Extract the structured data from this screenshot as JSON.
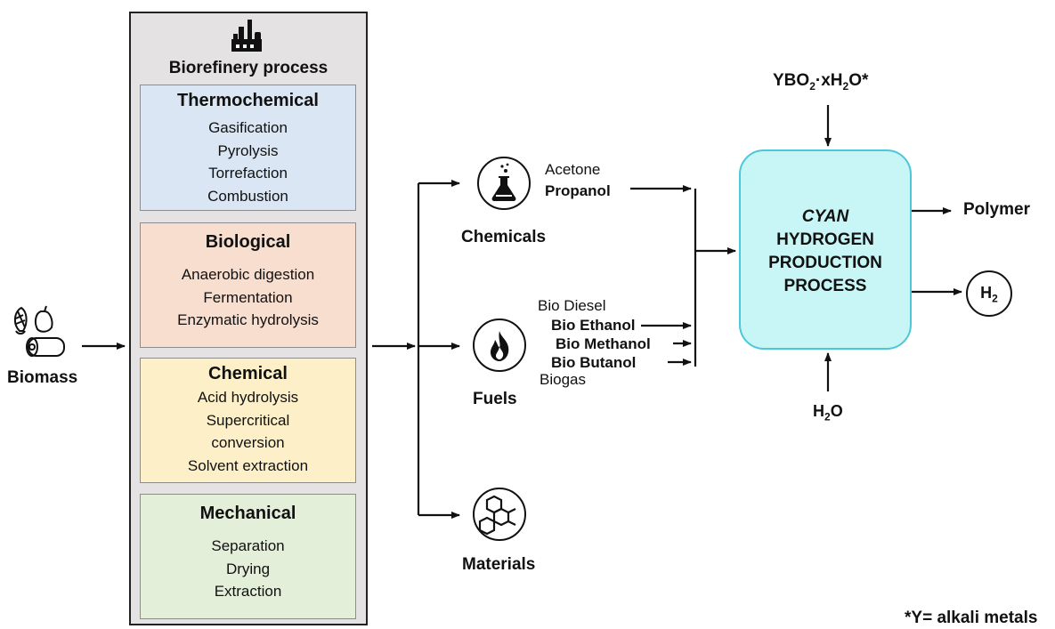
{
  "biorefinery": {
    "title": "Biorefinery process",
    "categories": [
      {
        "title": "Thermochemical",
        "items": [
          "Gasification",
          "Pyrolysis",
          "Torrefaction",
          "Combustion"
        ],
        "color": "#dbe6f4"
      },
      {
        "title": "Biological",
        "items": [
          "Anaerobic digestion",
          "Fermentation",
          "Enzymatic hydrolysis"
        ],
        "color": "#f8decf"
      },
      {
        "title": "Chemical",
        "items": [
          "Acid hydrolysis",
          "Supercritical",
          "conversion",
          "Solvent extraction"
        ],
        "color": "#fdf0c9"
      },
      {
        "title": "Mechanical",
        "items": [
          "Separation",
          "Drying",
          "Extraction"
        ],
        "color": "#e3efd9"
      }
    ]
  },
  "biomass": {
    "label": "Biomass"
  },
  "outputs": {
    "chemicals": {
      "label": "Chemicals",
      "products": [
        "Acetone",
        "Propanol"
      ]
    },
    "fuels": {
      "label": "Fuels",
      "products": [
        "Bio Diesel",
        "Bio Ethanol",
        "Bio Methanol",
        "Bio Butanol",
        "Biogas"
      ]
    },
    "materials": {
      "label": "Materials"
    }
  },
  "cyan_process": {
    "line1": "CYAN",
    "line2": "HYDROGEN",
    "line3": "PRODUCTION",
    "line4": "PROCESS",
    "color": "#c8f6f6",
    "border": "#4dc8d8"
  },
  "inputs": {
    "top_main": "YBO",
    "top_sub1": "2",
    "top_mid": "·xH",
    "top_sub2": "2",
    "top_end": "O*",
    "bottom_main": "H",
    "bottom_sub": "2",
    "bottom_end": "O"
  },
  "products": {
    "polymer": "Polymer",
    "h2_main": "H",
    "h2_sub": "2"
  },
  "footnote": "*Y= alkali metals"
}
